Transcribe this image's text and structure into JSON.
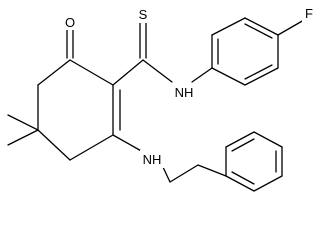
{
  "structure": {
    "atom_labels": {
      "fluorine": "F",
      "oxygen": "O",
      "sulfur": "S",
      "amide_nh": "NH",
      "amine_nh": "NH"
    },
    "colors": {
      "bonds": "#000000",
      "text": "#000000",
      "background": "#ffffff"
    }
  }
}
